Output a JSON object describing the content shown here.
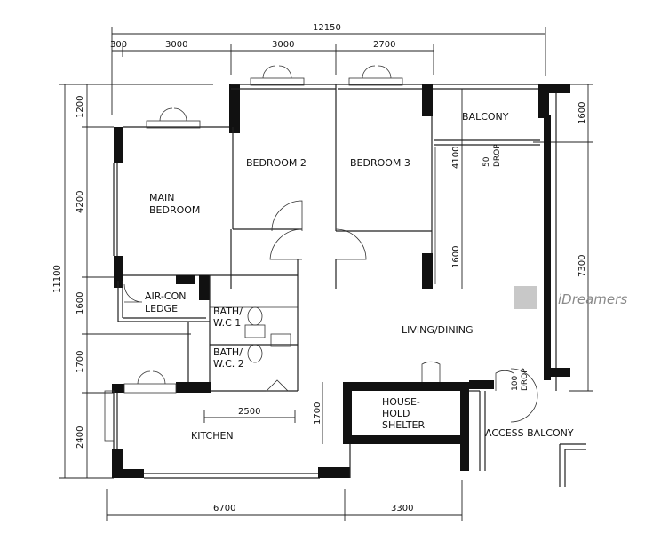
{
  "dimensions": {
    "top_total": "12150",
    "top_segments": [
      "300",
      "3000",
      "3000",
      "2700"
    ],
    "left_total": "11100",
    "left_segments": [
      "1200",
      "4200",
      "1600",
      "1700",
      "2400"
    ],
    "right_segments": [
      "1600",
      "7300"
    ],
    "bottom_segments": [
      "6700",
      "3300"
    ],
    "kitchen_width": "2500",
    "kitchen_depth": "1700",
    "balcony_inner": "4100",
    "balcony_lower": "1600"
  },
  "rooms": {
    "main_bedroom": [
      "MAIN",
      "BEDROOM"
    ],
    "bedroom_2": "BEDROOM 2",
    "bedroom_3": "BEDROOM 3",
    "balcony": "BALCONY",
    "aircon_ledge": [
      "AIR-CON",
      "LEDGE"
    ],
    "bath_1": [
      "BATH/",
      "W.C 1"
    ],
    "bath_2": [
      "BATH/",
      "W.C. 2"
    ],
    "living_dining": "LIVING/DINING",
    "kitchen": "KITCHEN",
    "household_shelter": [
      "HOUSE-",
      "HOLD",
      "SHELTER"
    ],
    "access_balcony": "ACCESS BALCONY"
  },
  "annotations": {
    "drop_50": [
      "50",
      "DROP"
    ],
    "drop_100": [
      "100",
      "DROP"
    ],
    "watermark": "iDreamers"
  }
}
